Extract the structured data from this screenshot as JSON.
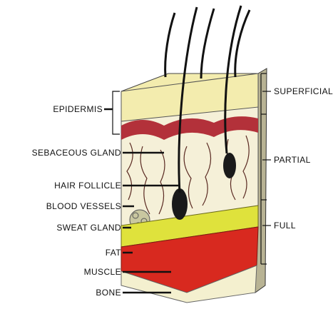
{
  "diagram": {
    "left_labels": {
      "epidermis": "EPIDERMIS",
      "sebaceous_gland": "SEBACEOUS GLAND",
      "hair_follicle": "HAIR FOLLICLE",
      "blood_vessels": "BLOOD VESSELS",
      "sweat_gland": "SWEAT GLAND",
      "fat": "FAT",
      "muscle": "MUSCLE",
      "bone": "BONE"
    },
    "right_labels": {
      "superficial": "SUPERFICIAL",
      "partial": "PARTIAL",
      "full": "FULL"
    },
    "colors": {
      "epidermis": "#f3ecae",
      "dermis_red": "#b3313a",
      "fat": "#dfe23c",
      "muscle": "#d8291f",
      "bone": "#f4f0cf",
      "line": "#111111"
    }
  }
}
